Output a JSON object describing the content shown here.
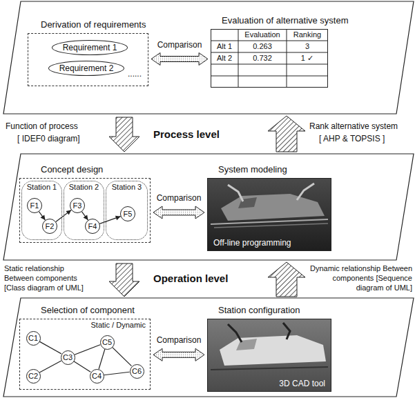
{
  "diagram": {
    "nodes": [
      {
        "text": [
          "Derivation of requirements"
        ]
      },
      {
        "text": [
          "Requirement 1"
        ],
        "in": 0
      },
      {
        "text": [
          "Requirement 2"
        ],
        "in": 0
      },
      {
        "text": [
          "Evaluation of alternative system"
        ]
      },
      {
        "text": [
          "Concept design"
        ]
      },
      {
        "text": [
          "Station 1"
        ],
        "in": 4
      },
      {
        "text": [
          "Station 2"
        ],
        "in": 4
      },
      {
        "text": [
          "Station 3"
        ],
        "in": 4
      },
      {
        "text": [
          "F1"
        ],
        "in": 5
      },
      {
        "text": [
          "F2"
        ],
        "in": 5
      },
      {
        "text": [
          "F3"
        ],
        "in": 6
      },
      {
        "text": [
          "F4"
        ],
        "in": 6
      },
      {
        "text": [
          "F5"
        ],
        "in": 7
      },
      {
        "text": [
          "System modeling",
          "Off-line programming"
        ]
      },
      {
        "text": [
          "Selection of component",
          "Static / Dynamic"
        ]
      },
      {
        "text": [
          "C1"
        ],
        "in": 14
      },
      {
        "text": [
          "C2"
        ],
        "in": 14
      },
      {
        "text": [
          "C3"
        ],
        "in": 14
      },
      {
        "text": [
          "C4"
        ],
        "in": 14
      },
      {
        "text": [
          "C5"
        ],
        "in": 14
      },
      {
        "text": [
          "C6"
        ],
        "in": 14
      },
      {
        "text": [
          "Station configuration",
          "3D CAD tool"
        ]
      }
    ],
    "edges": [
      {
        "from": 0,
        "to": 3,
        "label": "Comparison",
        "arrow": "both"
      },
      {
        "from": 8,
        "to": 9,
        "arrow": "to"
      },
      {
        "from": 9,
        "to": 10,
        "arrow": "to"
      },
      {
        "from": 10,
        "to": 11,
        "arrow": "to"
      },
      {
        "from": 11,
        "to": 12,
        "arrow": "to"
      },
      {
        "from": 4,
        "to": 13,
        "label": "Comparison",
        "arrow": "both"
      },
      {
        "from": 15,
        "to": 17,
        "arrow": "none"
      },
      {
        "from": 16,
        "to": 17,
        "arrow": "none"
      },
      {
        "from": 17,
        "to": 19,
        "arrow": "none"
      },
      {
        "from": 17,
        "to": 18,
        "arrow": "none"
      },
      {
        "from": 18,
        "to": 19,
        "arrow": "none"
      },
      {
        "from": 19,
        "to": 20,
        "arrow": "none"
      },
      {
        "from": 18,
        "to": 20,
        "arrow": "none"
      },
      {
        "from": 14,
        "to": 21,
        "label": "Comparison",
        "arrow": "both"
      }
    ],
    "labels": [
      "......",
      "Evaluation",
      "Ranking",
      "Alt 1",
      "0.263",
      "3",
      "Alt 2",
      "0.732",
      "1 ✓",
      "Function of process",
      "[ IDEF0 diagram]",
      "Process level",
      "Rank alternative system",
      "[ AHP & TOPSIS ]",
      "Static relationship Between components [Class diagram of UML]",
      "Operation level",
      "Dynamic relationship Between components [Sequence diagram of UML]"
    ]
  }
}
